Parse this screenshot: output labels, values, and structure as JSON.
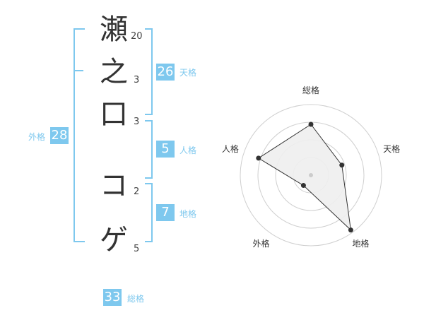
{
  "name_chars": [
    {
      "char": "瀬",
      "strokes": "20"
    },
    {
      "char": "之",
      "strokes": "3"
    },
    {
      "char": "口",
      "strokes": "3"
    },
    {
      "char": "コ",
      "strokes": "2"
    },
    {
      "char": "ゲ",
      "strokes": "5"
    }
  ],
  "fortunes": {
    "tenkaku": {
      "value": "26",
      "label": "天格"
    },
    "jinkaku": {
      "value": "5",
      "label": "人格"
    },
    "chikaku": {
      "value": "7",
      "label": "地格"
    },
    "gaikaku": {
      "value": "28",
      "label": "外格"
    },
    "soukaku": {
      "value": "33",
      "label": "総格"
    }
  },
  "chart_data": {
    "type": "radar",
    "axes": [
      "総格",
      "天格",
      "地格",
      "外格",
      "人格"
    ],
    "rings": 4,
    "values": [
      3.6,
      2.3,
      4.8,
      0.9,
      3.9
    ],
    "max": 5
  },
  "colors": {
    "accent": "#7ec8ee",
    "fill": "#eeeeee"
  }
}
